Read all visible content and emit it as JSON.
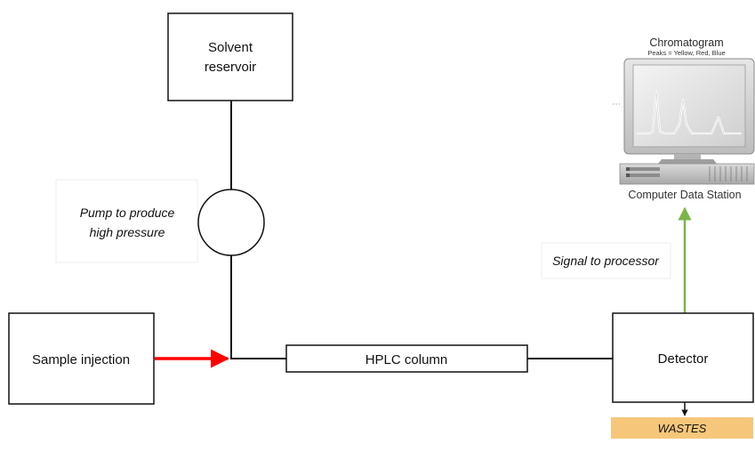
{
  "solvent_reservoir": {
    "line1": "Solvent",
    "line2": "reservoir"
  },
  "pump_note": {
    "line1": "Pump to produce",
    "line2": "high pressure"
  },
  "sample_injection": {
    "label": "Sample injection"
  },
  "hplc_column": {
    "label": "HPLC column"
  },
  "detector": {
    "label": "Detector"
  },
  "signal_note": {
    "label": "Signal to processor"
  },
  "wastes": {
    "label": "WASTES"
  },
  "data_station": {
    "title": "Chromatogram",
    "subtitle": "Peaks = Yellow, Red, Blue",
    "caption": "Computer Data Station"
  },
  "colors": {
    "injection_arrow": "#ff0000",
    "signal_arrow": "#7ab648",
    "wastes_fill": "#f6c77a",
    "line": "#111111"
  }
}
